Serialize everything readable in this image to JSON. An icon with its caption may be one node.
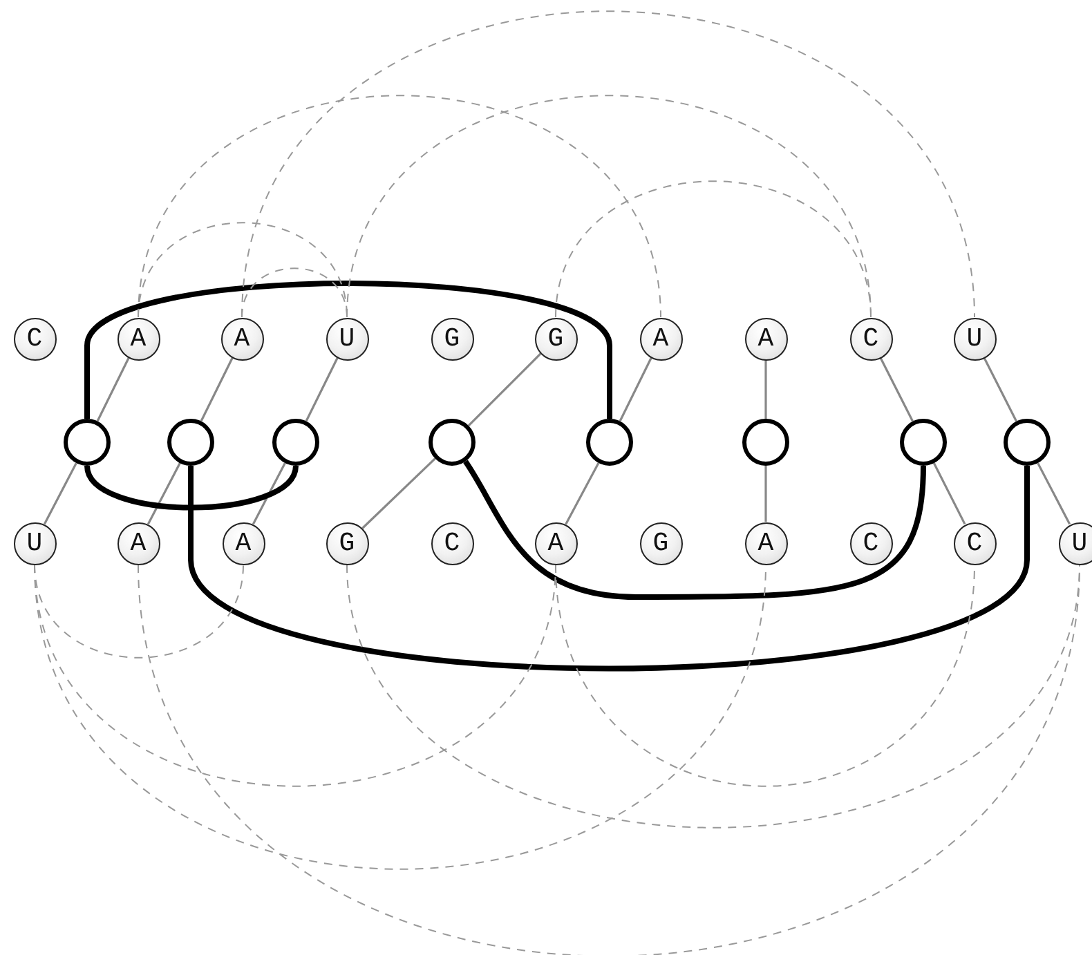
{
  "diagram": {
    "nodes": [
      {
        "text": [
          "C"
        ]
      },
      {
        "text": [
          "A"
        ]
      },
      {
        "text": [
          "A"
        ]
      },
      {
        "text": [
          "U"
        ]
      },
      {
        "text": [
          "G"
        ]
      },
      {
        "text": [
          "G"
        ]
      },
      {
        "text": [
          "A"
        ]
      },
      {
        "text": [
          "A"
        ]
      },
      {
        "text": [
          "C"
        ]
      },
      {
        "text": [
          "U"
        ]
      },
      {
        "text": [],
        "shape": "circle"
      },
      {
        "text": [],
        "shape": "circle"
      },
      {
        "text": [],
        "shape": "circle"
      },
      {
        "text": [],
        "shape": "circle"
      },
      {
        "text": [],
        "shape": "circle"
      },
      {
        "text": [],
        "shape": "circle"
      },
      {
        "text": [],
        "shape": "circle"
      },
      {
        "text": [],
        "shape": "circle"
      },
      {
        "text": [
          "U"
        ]
      },
      {
        "text": [
          "A"
        ]
      },
      {
        "text": [
          "A"
        ]
      },
      {
        "text": [
          "G"
        ]
      },
      {
        "text": [
          "C"
        ]
      },
      {
        "text": [
          "A"
        ]
      },
      {
        "text": [
          "G"
        ]
      },
      {
        "text": [
          "A"
        ]
      },
      {
        "text": [
          "C"
        ]
      },
      {
        "text": [
          "C"
        ]
      },
      {
        "text": [
          "U"
        ]
      }
    ],
    "edges": [
      {
        "from": 1,
        "to": 10,
        "arrow": "none"
      },
      {
        "from": 18,
        "to": 10,
        "arrow": "none"
      },
      {
        "from": 2,
        "to": 11,
        "arrow": "none"
      },
      {
        "from": 19,
        "to": 11,
        "arrow": "none"
      },
      {
        "from": 3,
        "to": 12,
        "arrow": "none"
      },
      {
        "from": 20,
        "to": 12,
        "arrow": "none"
      },
      {
        "from": 5,
        "to": 13,
        "arrow": "none"
      },
      {
        "from": 21,
        "to": 13,
        "arrow": "none"
      },
      {
        "from": 6,
        "to": 14,
        "arrow": "none"
      },
      {
        "from": 23,
        "to": 14,
        "arrow": "none"
      },
      {
        "from": 7,
        "to": 15,
        "arrow": "none"
      },
      {
        "from": 25,
        "to": 15,
        "arrow": "none"
      },
      {
        "from": 8,
        "to": 16,
        "arrow": "none"
      },
      {
        "from": 27,
        "to": 16,
        "arrow": "none"
      },
      {
        "from": 9,
        "to": 17,
        "arrow": "none"
      },
      {
        "from": 28,
        "to": 17,
        "arrow": "none"
      },
      {
        "from": 10,
        "to": 14,
        "arrow": "none",
        "style": "thick",
        "color": "#000000"
      },
      {
        "from": 10,
        "to": 12,
        "arrow": "none",
        "style": "thick",
        "color": "#000000"
      },
      {
        "from": 11,
        "to": 17,
        "arrow": "none",
        "style": "thick",
        "color": "#000000"
      },
      {
        "from": 13,
        "to": 16,
        "arrow": "none",
        "style": "thick",
        "color": "#000000"
      },
      {
        "from": 1,
        "to": 3,
        "arrow": "none",
        "style": "dashed"
      },
      {
        "from": 2,
        "to": 3,
        "arrow": "none",
        "style": "dashed"
      },
      {
        "from": 1,
        "to": 6,
        "arrow": "none",
        "style": "dashed"
      },
      {
        "from": 2,
        "to": 9,
        "arrow": "none",
        "style": "dashed"
      },
      {
        "from": 3,
        "to": 8,
        "arrow": "none",
        "style": "dashed"
      },
      {
        "from": 5,
        "to": 8,
        "arrow": "none",
        "style": "dashed"
      },
      {
        "from": 18,
        "to": 20,
        "arrow": "none",
        "style": "dashed"
      },
      {
        "from": 18,
        "to": 23,
        "arrow": "none",
        "style": "dashed"
      },
      {
        "from": 18,
        "to": 25,
        "arrow": "none",
        "style": "dashed"
      },
      {
        "from": 19,
        "to": 28,
        "arrow": "none",
        "style": "dashed"
      },
      {
        "from": 21,
        "to": 28,
        "arrow": "none",
        "style": "dashed"
      },
      {
        "from": 23,
        "to": 27,
        "arrow": "none",
        "style": "dashed"
      }
    ]
  }
}
